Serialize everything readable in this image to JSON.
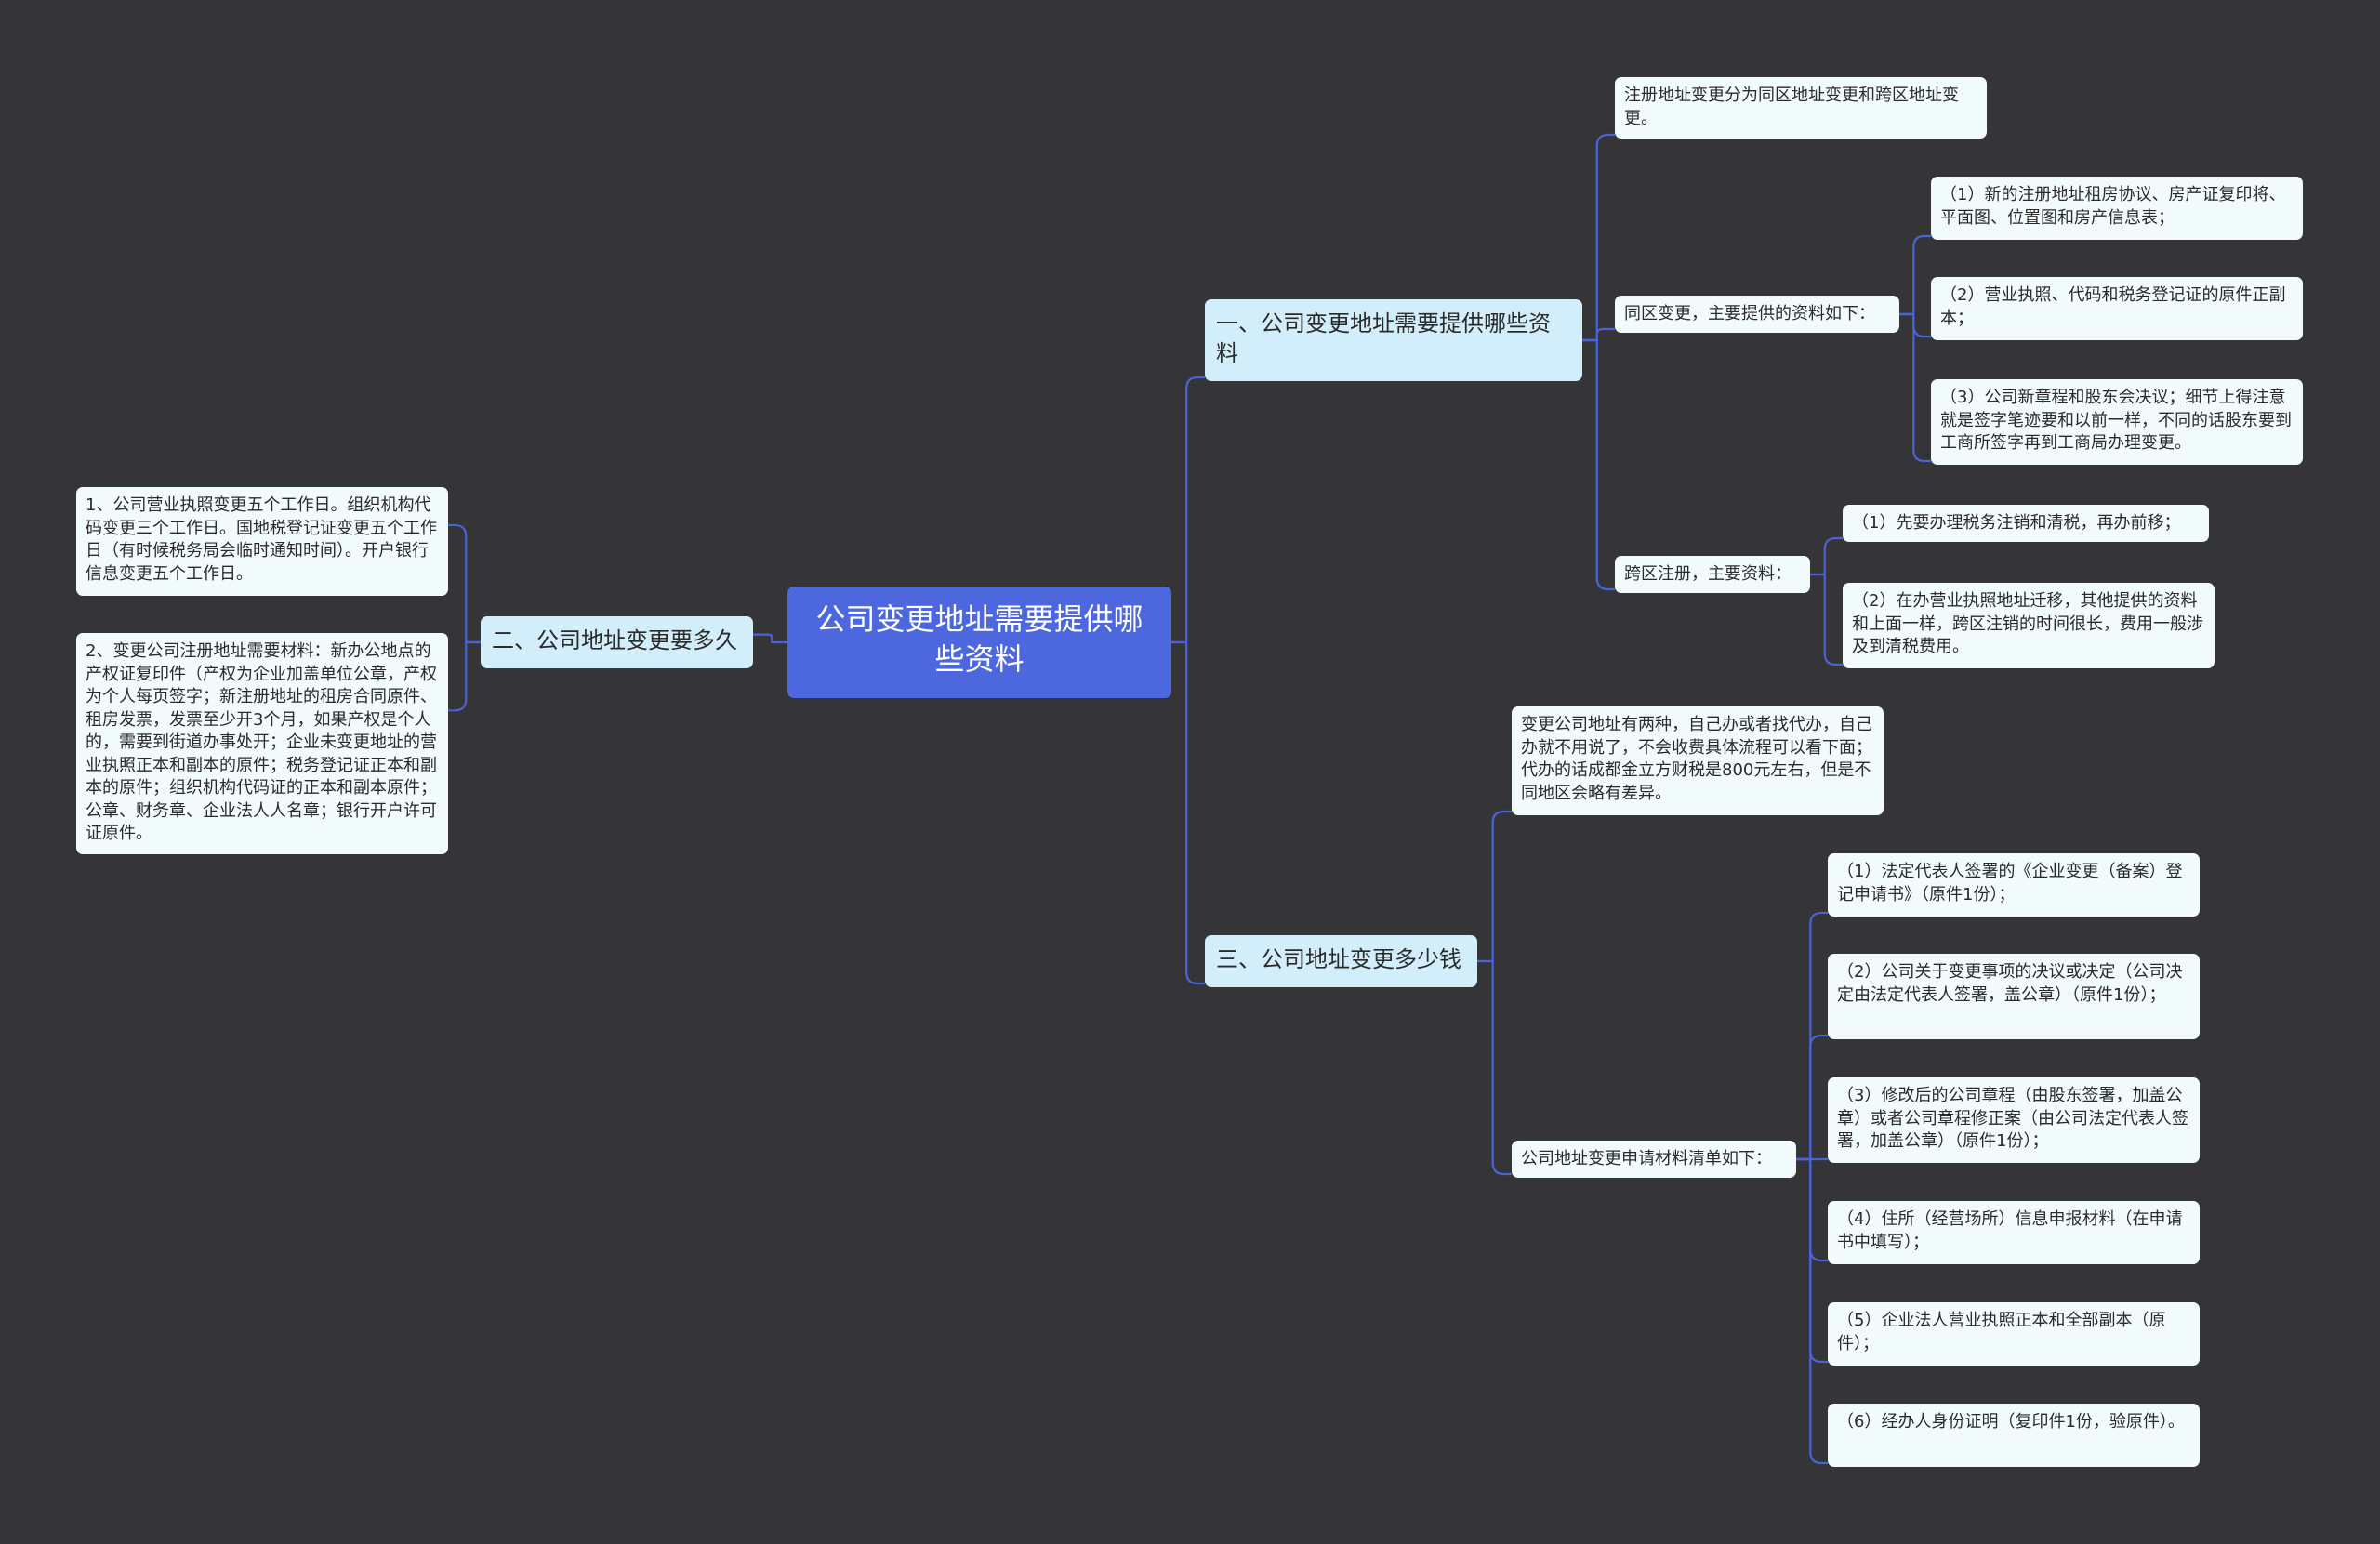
{
  "mindmap": {
    "root": "公司变更地址需要提供哪些资料",
    "b1": {
      "title": "一、公司变更地址需要提供哪些资料",
      "n1": "注册地址变更分为同区地址变更和跨区地址变更。",
      "same": {
        "title": "同区变更，主要提供的资料如下：",
        "i1": "（1）新的注册地址租房协议、房产证复印将、平面图、位置图和房产信息表；",
        "i2": "（2）营业执照、代码和税务登记证的原件正副本；",
        "i3": "（3）公司新章程和股东会决议；细节上得注意就是签字笔迹要和以前一样，不同的话股东要到工商所签字再到工商局办理变更。"
      },
      "cross": {
        "title": "跨区注册，主要资料：",
        "i1": "（1）先要办理税务注销和清税，再办前移；",
        "i2": "（2）在办营业执照地址迁移，其他提供的资料和上面一样，跨区注销的时间很长，费用一般涉及到清税费用。"
      }
    },
    "b2": {
      "title": "二、公司地址变更要多久",
      "i1": "1、公司营业执照变更五个工作日。组织机构代码变更三个工作日。国地税登记证变更五个工作日（有时候税务局会临时通知时间）。开户银行信息变更五个工作日。",
      "i2": "2、变更公司注册地址需要材料：新办公地点的产权证复印件（产权为企业加盖单位公章，产权为个人每页签字；新注册地址的租房合同原件、租房发票，发票至少开3个月，如果产权是个人的，需要到街道办事处开；企业未变更地址的营业执照正本和副本的原件；税务登记证正本和副本的原件；组织机构代码证的正本和副本原件；公章、财务章、企业法人人名章；银行开户许可证原件。"
    },
    "b3": {
      "title": "三、公司地址变更多少钱",
      "n1": "变更公司地址有两种，自己办或者找代办，自己办就不用说了，不会收费具体流程可以看下面；代办的话成都金立方财税是800元左右，但是不同地区会略有差异。",
      "list": {
        "title": "公司地址变更申请材料清单如下：",
        "i1": "（1）法定代表人签署的《企业变更（备案）登记申请书》（原件1份）；",
        "i2": "（2）公司关于变更事项的决议或决定（公司决定由法定代表人签署，盖公章）（原件1份）；",
        "i3": "（3）修改后的公司章程（由股东签署，加盖公章）或者公司章程修正案（由公司法定代表人签署，加盖公章）（原件1份）；",
        "i4": "（4）住所（经营场所）信息申报材料（在申请书中填写）；",
        "i5": "（5）企业法人营业执照正本和全部副本（原件）；",
        "i6": "（6）经办人身份证明（复印件1份，验原件）。"
      }
    }
  }
}
